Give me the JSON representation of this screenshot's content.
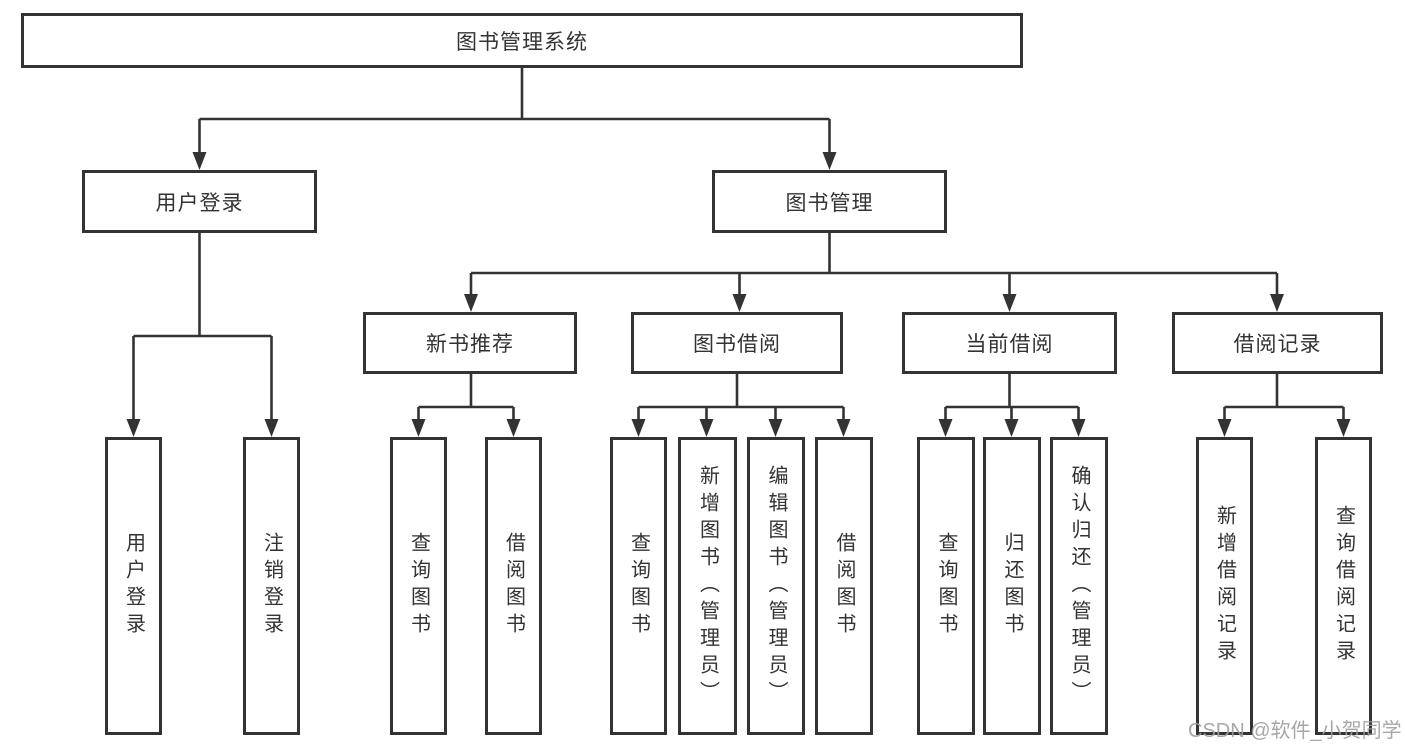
{
  "diagram": {
    "root": "图书管理系统",
    "level2": {
      "user_login": "用户登录",
      "book_mgmt": "图书管理"
    },
    "level3": {
      "new_book_rec": "新书推荐",
      "book_borrow": "图书借阅",
      "current_borrow": "当前借阅",
      "borrow_records": "借阅记录"
    },
    "leaves": {
      "user_login": [
        "用户登录",
        "注销登录"
      ],
      "new_book_rec": [
        "查询图书",
        "借阅图书"
      ],
      "book_borrow": [
        "查询图书",
        "新增图书（管理员）",
        "编辑图书（管理员）",
        "借阅图书"
      ],
      "current_borrow": [
        "查询图书",
        "归还图书",
        "确认归还（管理员）"
      ],
      "borrow_records": [
        "新增借阅记录",
        "查询借阅记录"
      ]
    }
  },
  "watermark": "CSDN @软件_小贺同学",
  "colors": {
    "line": "#333333",
    "box_border": "#333333",
    "box_fill": "#ffffff",
    "text": "#333333",
    "watermark": "#9e9e9e",
    "background": "#ffffff"
  }
}
